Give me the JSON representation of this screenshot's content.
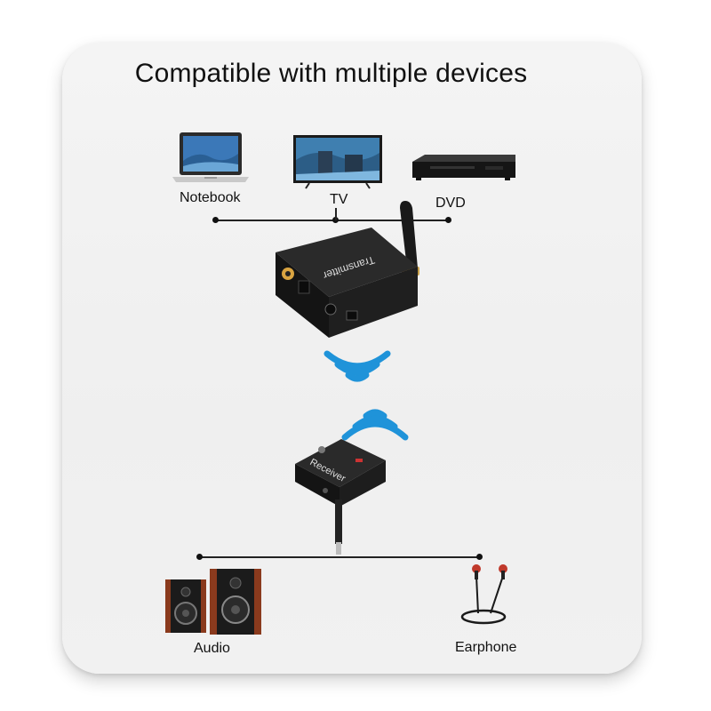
{
  "title": "Compatible with multiple devices",
  "sources": {
    "notebook_label": "Notebook",
    "tv_label": "TV",
    "dvd_label": "DVD"
  },
  "transmitter": {
    "brand_text": "Transmitter"
  },
  "receiver": {
    "brand_text": "Receiver"
  },
  "outputs": {
    "audio_label": "Audio",
    "earphone_label": "Earphone"
  },
  "colors": {
    "wifi_blue": "#1f93d9",
    "device_black": "#1b1b1b",
    "speaker_wood": "#8a3a1d"
  }
}
